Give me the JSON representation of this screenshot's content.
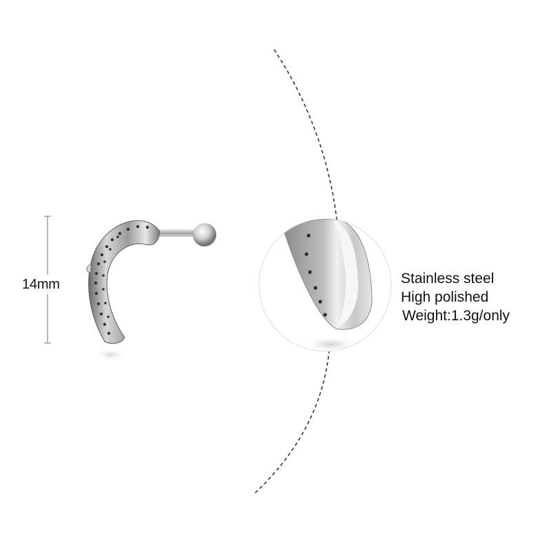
{
  "dimension": {
    "label": "14mm"
  },
  "specs": [
    "Stainless steel",
    "High polished",
    "Weight:1.3g/only"
  ],
  "colors": {
    "background": "#ffffff",
    "text": "#111111",
    "metal_light": "#f2f2f2",
    "metal_mid": "#b8b8b8",
    "metal_dark": "#555555",
    "dash_line": "#333333"
  }
}
